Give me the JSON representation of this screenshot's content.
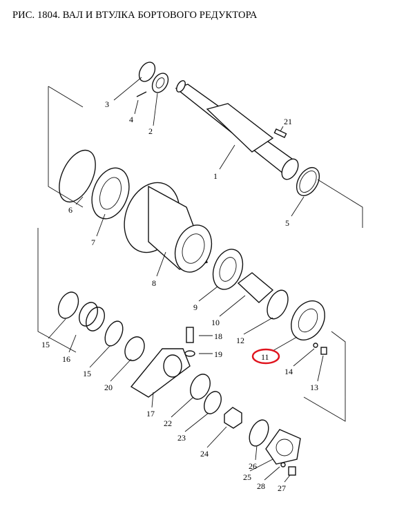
{
  "title": "РИС. 1804. ВАЛ И ВТУЛКА БОРТОВОГО РЕДУКТОРА",
  "labels": {
    "p1": "1",
    "p2": "2",
    "p3": "3",
    "p4": "4",
    "p5": "5",
    "p6": "6",
    "p7": "7",
    "p8": "8",
    "p9": "9",
    "p10": "10",
    "p11": "11",
    "p12": "12",
    "p13": "13",
    "p14": "14",
    "p15a": "15",
    "p15b": "15",
    "p16": "16",
    "p17": "17",
    "p18": "18",
    "p19": "19",
    "p20": "20",
    "p21": "21",
    "p22": "22",
    "p23": "23",
    "p24": "24",
    "p25": "25",
    "p26": "26",
    "p27": "27",
    "p28": "28"
  },
  "highlight": {
    "part": "11",
    "color": "#e0141e"
  }
}
